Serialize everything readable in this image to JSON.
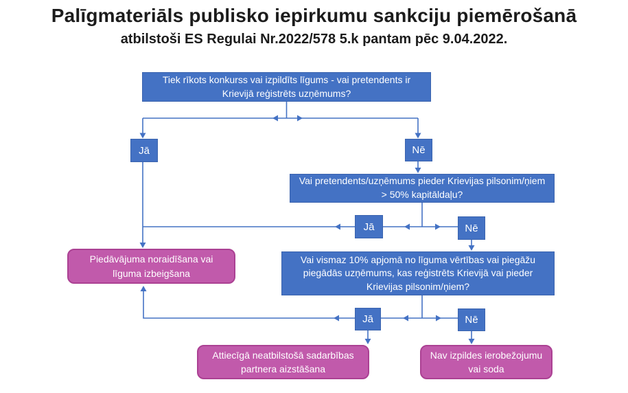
{
  "header": {
    "title": "Palīgmateriāls publisko iepirkumu sankciju piemērošanā",
    "subtitle": "atbilstoši ES Regulai Nr.2022/578 5.k pantam pēc 9.04.2022."
  },
  "flowchart": {
    "question1": "Tiek rīkots konkurss vai izpildīts līgums - vai pretendents ir Krievijā reģistrēts uzņēmums?",
    "decision1_yes": "Jā",
    "decision1_no": "Nē",
    "question2": "Vai pretendents/uzņēmums pieder Krievijas pilsonim/ņiem > 50% kapitāldaļu?",
    "decision2_yes": "Jā",
    "decision2_no": "Nē",
    "question3": "Vai vismaz 10% apjomā no līguma vērtības vai piegāžu piegādās uzņēmums, kas reģistrēts Krievijā vai pieder Krievijas pilsonim/ņiem?",
    "decision3_yes": "Jā",
    "decision3_no": "Nē",
    "outcome_rejection": "Piedāvājuma noraidīšana vai līguma izbeigšana",
    "outcome_replacement": "Attiecīgā neatbilstošā sadarbības partnera aizstāšana",
    "outcome_no_sanction": "Nav izpildes ierobežojumu vai soda"
  },
  "colors": {
    "question_fill": "#4472c4",
    "decision_fill": "#4472c4",
    "outcome_fill": "#c15aab",
    "outcome_border": "#ab4193",
    "connector": "#4472c4",
    "box_text": "#ffffff",
    "title_text": "#1c1c1c"
  }
}
